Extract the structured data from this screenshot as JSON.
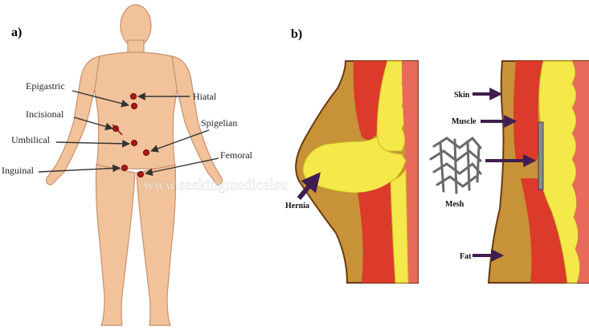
{
  "panel_a": {
    "label": "a)",
    "hernia_sites": [
      "Epigastric",
      "Hiatal",
      "Incisional",
      "Spigelian",
      "Umbilical",
      "Femoral",
      "Inguinal"
    ]
  },
  "panel_b": {
    "label": "b)",
    "left_labels": {
      "hernia": "Hernia"
    },
    "right_labels": {
      "skin": "Skin",
      "muscle": "Muscle",
      "mesh": "Mesh",
      "fat": "Fat"
    }
  },
  "watermark": "www.seekingmedicalsu",
  "colors": {
    "skin_tone": "#f2c39a",
    "skin_outline": "#c89070",
    "marker": "#b01818",
    "muscle": "#dc3a2a",
    "muscle_light": "#e86a5a",
    "fat": "#f4e84a",
    "fat_outline": "#c8b820",
    "subcutaneous": "#c89238",
    "outline": "#6a3a14",
    "arrow_dark": "#333333",
    "arrow_purple": "#3f1e4f",
    "mesh": "#8a8a8a"
  }
}
